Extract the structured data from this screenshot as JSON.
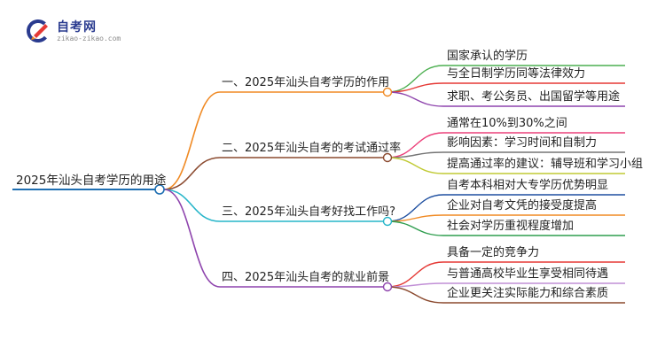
{
  "logo": {
    "name": "自考网",
    "url": "zikao-zikao.com"
  },
  "root": {
    "label": "2025年汕头自考学历的用途",
    "color": "#1f6fb2"
  },
  "branches": [
    {
      "label": "一、2025年汕头自考学历的作用",
      "color": "#f08a24",
      "children": [
        {
          "label": "国家承认的学历",
          "color": "#4caf50"
        },
        {
          "label": "与全日制学历同等法律效力",
          "color": "#e53935"
        },
        {
          "label": "求职、考公务员、出国留学等用途",
          "color": "#8e44ad"
        }
      ]
    },
    {
      "label": "二、2025年汕头自考的考试通过率",
      "color": "#8b4a2f",
      "children": [
        {
          "label": "通常在10%到30%之间",
          "color": "#ec407a"
        },
        {
          "label": "影响因素：学习时间和自制力",
          "color": "#757575"
        },
        {
          "label": "提高通过率的建议：辅导班和学习小组",
          "color": "#c0ca33"
        }
      ]
    },
    {
      "label": "三、2025年汕头自考好找工作吗?",
      "color": "#26b5c9",
      "children": [
        {
          "label": "自考本科相对大专学历优势明显",
          "color": "#1e4fa0"
        },
        {
          "label": "企业对自考文凭的接受度提高",
          "color": "#f08a24"
        },
        {
          "label": "社会对学历重视程度增加",
          "color": "#2e9d4e"
        }
      ]
    },
    {
      "label": "四、2025年汕头自考的就业前景",
      "color": "#8e44ad",
      "children": [
        {
          "label": "具备一定的竞争力",
          "color": "#e53935"
        },
        {
          "label": "与普通高校毕业生享受相同待遇",
          "color": "#c18fd6"
        },
        {
          "label": "企业更关注实际能力和综合素质",
          "color": "#8b4a2f"
        }
      ]
    }
  ]
}
